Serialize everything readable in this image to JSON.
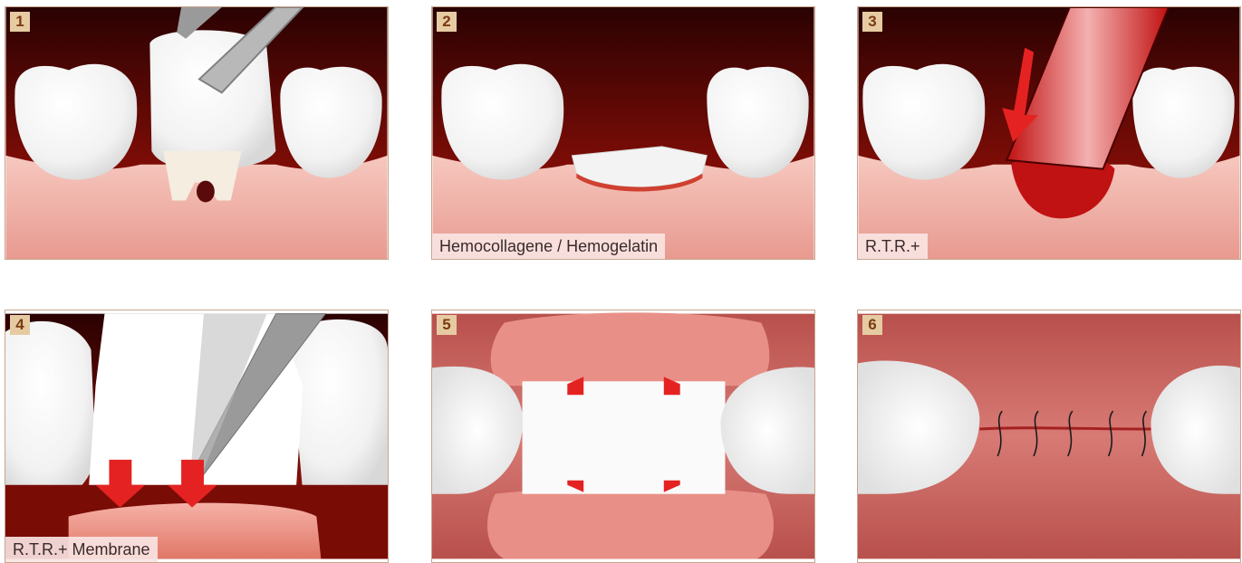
{
  "panels": [
    {
      "number": "1",
      "caption": ""
    },
    {
      "number": "2",
      "caption": "Hemocollagene / Hemogelatin"
    },
    {
      "number": "3",
      "caption": "R.T.R.+"
    },
    {
      "number": "4",
      "caption": "R.T.R.+ Membrane"
    },
    {
      "number": "5",
      "caption": ""
    },
    {
      "number": "6",
      "caption": ""
    }
  ],
  "colors": {
    "background_dark": "#3a0404",
    "gum": "#f2b5ad",
    "tooth": "#ffffff",
    "graft_red": "#d01818",
    "arrow_red": "#e52222",
    "number_badge": "#e6cba2"
  }
}
